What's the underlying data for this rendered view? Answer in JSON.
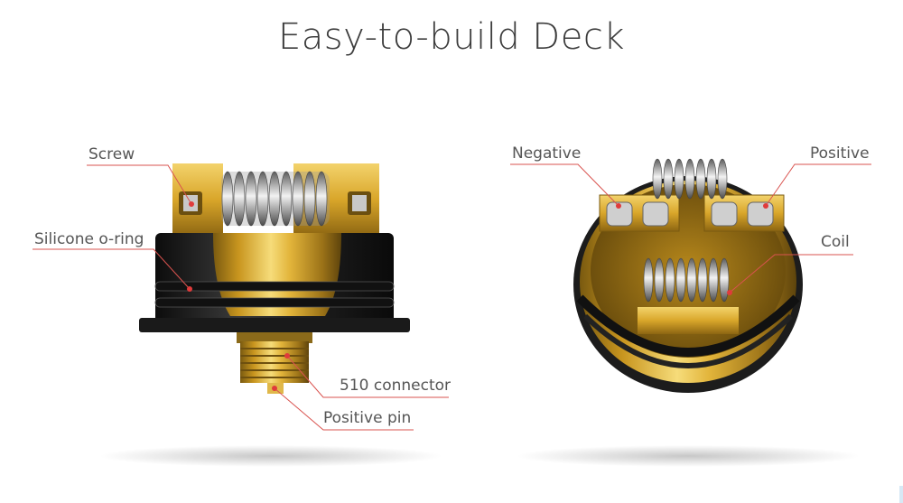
{
  "title": "Easy-to-build Deck",
  "callouts": {
    "screw": "Screw",
    "silicone_oring": "Silicone o-ring",
    "connector_510": "510 connector",
    "positive_pin": "Positive pin",
    "negative": "Negative",
    "positive": "Positive",
    "coil": "Coil"
  },
  "colors": {
    "background": "#ffffff",
    "callout_line": "#d9534f",
    "gold": "#d4a21c",
    "black_base": "#1f1f1f"
  }
}
